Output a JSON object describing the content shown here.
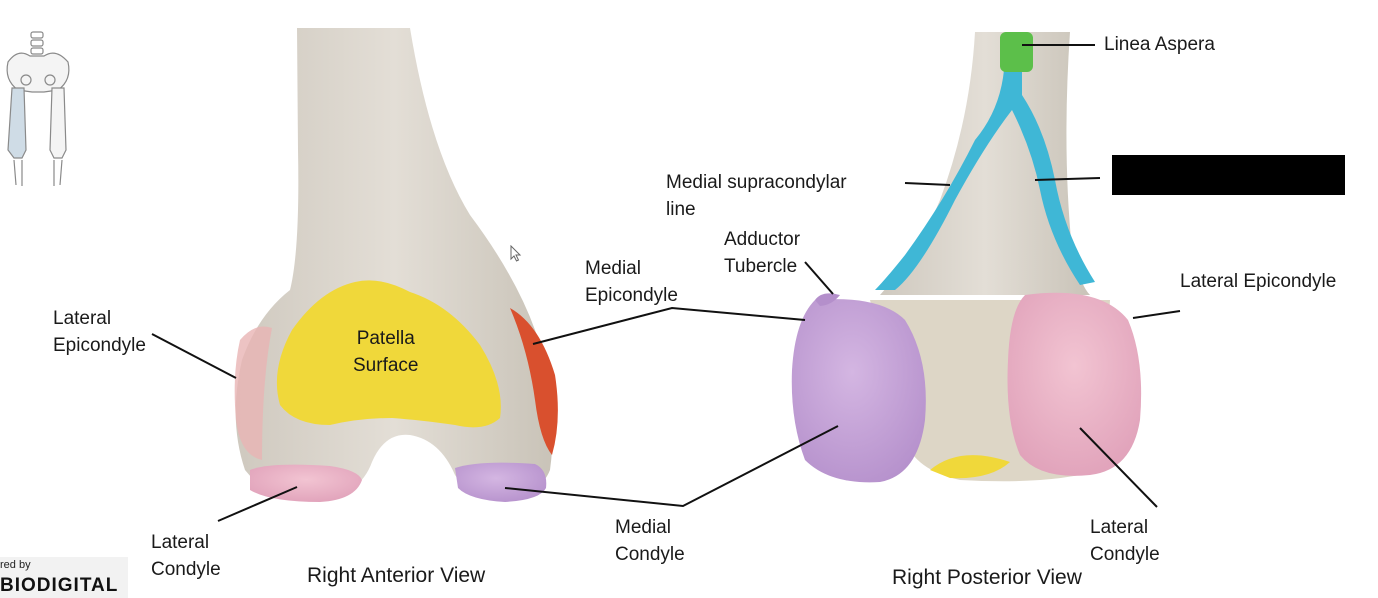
{
  "labels": {
    "linea_aspera": "Linea Aspera",
    "medial_supracondylar_line": "Medial supracondylar\nline",
    "adductor_tubercle": "Adductor\nTubercle",
    "medial_epicondyle": "Medial\nEpicondyle",
    "lateral_epicondyle_anterior": "Lateral\nEpicondyle",
    "lateral_epicondyle_posterior": "Lateral Epicondyle",
    "patella_surface": "Patella\nSurface",
    "lateral_condyle_anterior": "Lateral\nCondyle",
    "medial_condyle": "Medial\nCondyle",
    "lateral_condyle_posterior": "Lateral\nCondyle"
  },
  "views": {
    "anterior": "Right Anterior View",
    "posterior": "Right Posterior View"
  },
  "branding": {
    "prefix": "red by",
    "name": "BIODIGITAL"
  },
  "colors": {
    "bone": "#dcd6cc",
    "patella_surface": "#f0d83a",
    "condyle_medial": "#c8a4d8",
    "condyle_lateral": "#eab4c6",
    "epicondyle_medial": "#d9502e",
    "linea_aspera": "#5cbf4a",
    "supracondylar_lines": "#3fb7d6",
    "redaction": "#000000"
  }
}
